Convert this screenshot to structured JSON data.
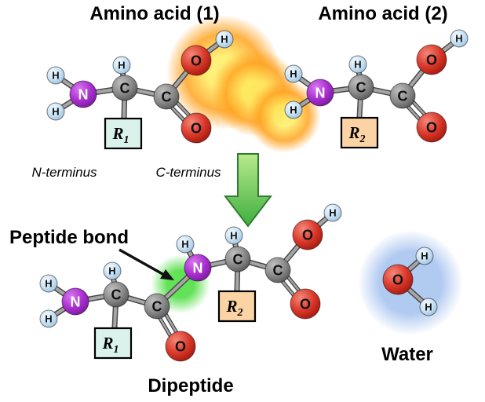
{
  "titles": {
    "amino_acid_1": "Amino acid (1)",
    "amino_acid_2": "Amino acid (2)"
  },
  "labels": {
    "n_terminus": "N-terminus",
    "c_terminus": "C-terminus",
    "peptide_bond": "Peptide bond",
    "dipeptide": "Dipeptide",
    "water": "Water"
  },
  "atom_labels": {
    "H": "H",
    "N": "N",
    "C": "C",
    "O": "O"
  },
  "r_groups": {
    "r1": {
      "base": "R",
      "sub": "1"
    },
    "r2": {
      "base": "R",
      "sub": "2"
    }
  },
  "colors": {
    "hydrogen": {
      "light": "#f2f9ff",
      "main": "#c9e2f5",
      "dark": "#97bedd",
      "label": "#111111"
    },
    "nitrogen": {
      "light": "#d977f0",
      "main": "#aa2fd0",
      "dark": "#761699",
      "label": "#ffffff"
    },
    "carbon": {
      "light": "#c0c0c0",
      "main": "#8a8a8a",
      "dark": "#515151",
      "label": "#111111"
    },
    "oxygen": {
      "light": "#f5887a",
      "main": "#d9382a",
      "dark": "#9e1408",
      "label": "#111111"
    },
    "r1_box": "#d9f3ec",
    "r2_box": "#fbd3a4",
    "bond_outline": "#4a4a4a",
    "bond_fill": "#a6a6a6",
    "arrow_green_light": "#b9ea8c",
    "arrow_green_dark": "#3fae3f",
    "arrow_green_stroke": "#2e7d32",
    "glow_orange_inner": "#ffee63",
    "glow_orange_outer": "#ffa321",
    "glow_green": "#5ae04e",
    "glow_blue": "#a8c4ef",
    "pointer_arrow": "#101010",
    "background": "#ffffff"
  }
}
